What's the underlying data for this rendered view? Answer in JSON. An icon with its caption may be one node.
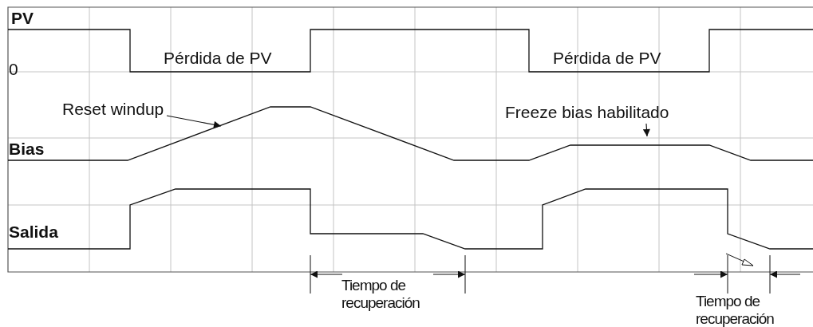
{
  "diagram": {
    "nodes": [
      {
        "text": [
          "Reset windup"
        ]
      },
      {
        "text": [
          "Freeze bias habilitado"
        ]
      }
    ],
    "edges": [
      {
        "from": 0,
        "to": null,
        "arrow": "to"
      },
      {
        "from": 1,
        "to": null,
        "arrow": "to"
      }
    ],
    "labels": [
      "PV",
      "0",
      "Pérdida de PV",
      "Pérdida de PV",
      "Bias",
      "Salida",
      "Tiempo de recuperación",
      "Tiempo de recuperación"
    ]
  }
}
